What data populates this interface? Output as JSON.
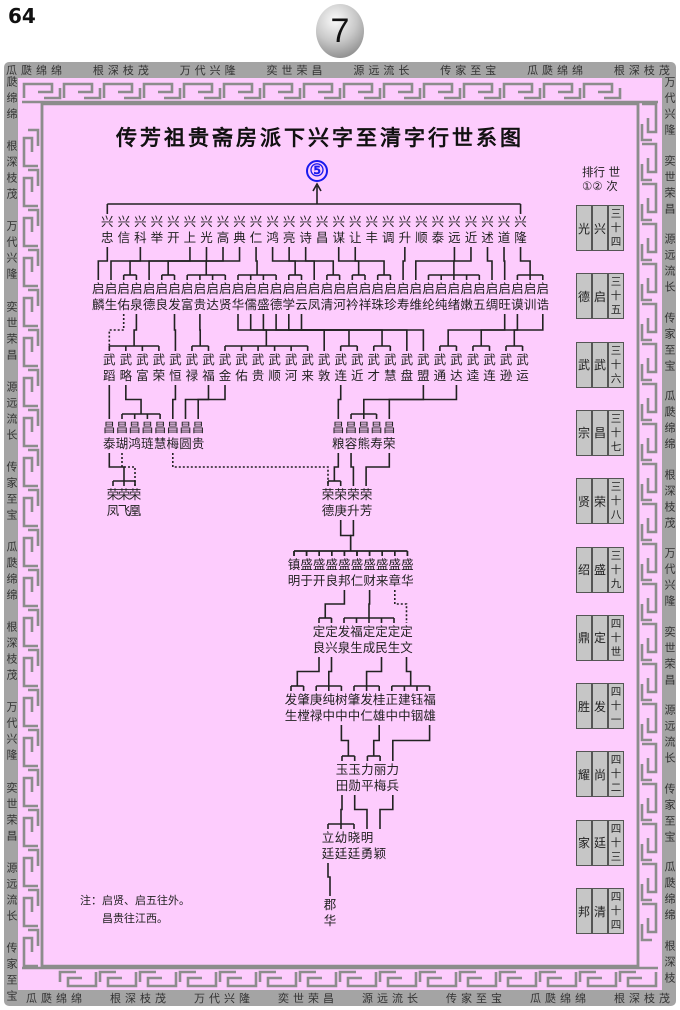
{
  "page_number": "64",
  "chapter_badge": "7",
  "border": {
    "top": [
      "瓜瓞绵绵",
      "根深枝茂",
      "万代兴隆",
      "奕世荣昌",
      "源远流长",
      "传家至宝",
      "瓜瓞绵绵",
      "根深枝茂"
    ],
    "bottom": [
      "瓜瓞绵绵",
      "根深枝茂",
      "万代兴隆",
      "奕世荣昌",
      "源远流长",
      "传家至宝",
      "瓜瓞绵绵",
      "根深枝茂"
    ],
    "left": [
      "瓞绵绵",
      "根深枝茂",
      "万代兴隆",
      "奕世荣昌",
      "源远流长",
      "传家至宝",
      "瓜瓞绵绵",
      "根深枝茂",
      "万代兴隆",
      "奕世荣昌",
      "源远流长",
      "传家至宝"
    ],
    "right": [
      "万代兴隆",
      "奕世荣昌",
      "源远流长",
      "传家至宝",
      "瓜瓞绵绵",
      "根深枝茂",
      "万代兴隆",
      "奕世荣昌",
      "源远流长",
      "传家至宝",
      "瓜瓞绵绵",
      "根深枝"
    ]
  },
  "title": "传芳祖贵斋房派下兴字至清字行世系图",
  "root_marker": "⑤",
  "colors": {
    "page": "#fdccfd",
    "frame": "#a4a4a4",
    "root": "#1a1aee"
  },
  "tree": {
    "rows": [
      [
        [
          "兴",
          "忠"
        ],
        [
          "兴",
          "信"
        ],
        [
          "兴",
          "科"
        ],
        [
          "兴",
          "举"
        ],
        [
          "兴",
          "开"
        ],
        [
          "兴",
          "上"
        ],
        [
          "兴",
          "光"
        ],
        [
          "兴",
          "高"
        ],
        [
          "兴",
          "典"
        ],
        [
          "兴",
          "仁"
        ],
        [
          "兴",
          "鸿"
        ],
        [
          "兴",
          "亮"
        ],
        [
          "兴",
          "诗"
        ],
        [
          "兴",
          "昌"
        ],
        [
          "兴",
          "谋"
        ],
        [
          "兴",
          "让"
        ],
        [
          "兴",
          "丰"
        ],
        [
          "兴",
          "调"
        ],
        [
          "兴",
          "升"
        ],
        [
          "兴",
          "顺"
        ],
        [
          "兴",
          "泰"
        ],
        [
          "兴",
          "远"
        ],
        [
          "兴",
          "近"
        ],
        [
          "兴",
          "述"
        ],
        [
          "兴",
          "道"
        ],
        [
          "兴",
          "隆"
        ]
      ],
      [
        [
          "启",
          "麟"
        ],
        [
          "启",
          "生"
        ],
        [
          "启",
          "佑"
        ],
        [
          "启",
          "泉"
        ],
        [
          "启",
          "德"
        ],
        [
          "启",
          "良"
        ],
        [
          "启",
          "发"
        ],
        [
          "启",
          "富"
        ],
        [
          "启",
          "贵"
        ],
        [
          "启",
          "达"
        ],
        [
          "启",
          "贤"
        ],
        [
          "启",
          "华"
        ],
        [
          "启",
          "儒"
        ],
        [
          "启",
          "盛"
        ],
        [
          "启",
          "德"
        ],
        [
          "启",
          "学"
        ],
        [
          "启",
          "云"
        ],
        [
          "启",
          "凤"
        ],
        [
          "启",
          "清"
        ],
        [
          "启",
          "河"
        ],
        [
          "启",
          "衿"
        ],
        [
          "启",
          "祥"
        ],
        [
          "启",
          "珠"
        ],
        [
          "启",
          "珍"
        ],
        [
          "启",
          "寿"
        ],
        [
          "启",
          "维"
        ],
        [
          "启",
          "纶"
        ],
        [
          "启",
          "纯"
        ],
        [
          "启",
          "绪"
        ],
        [
          "启",
          "嫩"
        ],
        [
          "启",
          "五"
        ],
        [
          "启",
          "绸"
        ],
        [
          "启",
          "旺"
        ],
        [
          "启",
          "谟"
        ],
        [
          "启",
          "训"
        ],
        [
          "启",
          "诰"
        ]
      ],
      [
        [
          "武",
          "蹈"
        ],
        [
          "武",
          "略"
        ],
        [
          "武",
          "富"
        ],
        [
          "武",
          "荣"
        ],
        [
          "武",
          "恒"
        ],
        [
          "武",
          "禄"
        ],
        [
          "武",
          "福"
        ],
        [
          "武",
          "金"
        ],
        [
          "武",
          "佑"
        ],
        [
          "武",
          "贵"
        ],
        [
          "武",
          "顺"
        ],
        [
          "武",
          "河"
        ],
        [
          "武",
          "来"
        ],
        [
          "武",
          "敦"
        ],
        [
          "武",
          "连"
        ],
        [
          "武",
          "近"
        ],
        [
          "武",
          "才"
        ],
        [
          "武",
          "慧"
        ],
        [
          "武",
          "盘"
        ],
        [
          "武",
          "盟"
        ],
        [
          "武",
          "通"
        ],
        [
          "武",
          "达"
        ],
        [
          "武",
          "逵"
        ],
        [
          "武",
          "连"
        ],
        [
          "武",
          "逊"
        ],
        [
          "武",
          "运"
        ]
      ],
      [
        [
          "昌",
          "泰"
        ],
        [
          "昌",
          "瑚"
        ],
        [
          "昌",
          "鸿"
        ],
        [
          "昌",
          "琏"
        ],
        [
          "昌",
          "慧"
        ],
        [
          "昌",
          "梅"
        ],
        [
          "昌",
          "圆"
        ],
        [
          "昌",
          "贵"
        ],
        [
          "昌",
          "粮"
        ],
        [
          "昌",
          "容"
        ],
        [
          "昌",
          "熊"
        ],
        [
          "昌",
          "寿"
        ],
        [
          "昌",
          "荣"
        ]
      ],
      [
        [
          "荣",
          "凤"
        ],
        [
          "荣",
          "飞"
        ],
        [
          "荣",
          "凰"
        ],
        [
          "荣",
          "德"
        ],
        [
          "荣",
          "庚"
        ],
        [
          "荣",
          "升"
        ],
        [
          "荣",
          "芳"
        ]
      ],
      [
        [
          "镇",
          "明"
        ],
        [
          "盛",
          "于"
        ],
        [
          "盛",
          "开"
        ],
        [
          "盛",
          "良"
        ],
        [
          "盛",
          "邦"
        ],
        [
          "盛",
          "仁"
        ],
        [
          "盛",
          "财"
        ],
        [
          "盛",
          "来"
        ],
        [
          "盛",
          "章"
        ],
        [
          "盛",
          "华"
        ]
      ],
      [
        [
          "定",
          "良"
        ],
        [
          "定",
          "兴"
        ],
        [
          "发",
          "泉"
        ],
        [
          "福",
          "生"
        ],
        [
          "定",
          "成"
        ],
        [
          "定",
          "民"
        ],
        [
          "定",
          "生"
        ],
        [
          "定",
          "文"
        ]
      ],
      [
        [
          "发",
          "生"
        ],
        [
          "肇",
          "樘"
        ],
        [
          "庚",
          "禄"
        ],
        [
          "纯",
          "中"
        ],
        [
          "树",
          "中"
        ],
        [
          "肇",
          "中"
        ],
        [
          "发",
          "仁"
        ],
        [
          "桂",
          "雄"
        ],
        [
          "正",
          "中"
        ],
        [
          "建",
          "中"
        ],
        [
          "钰",
          "铟"
        ],
        [
          "福",
          "雄"
        ]
      ],
      [
        [
          "玉",
          "田"
        ],
        [
          "玉",
          "勋"
        ],
        [
          "力",
          "平"
        ],
        [
          "丽",
          "梅"
        ],
        [
          "力",
          "兵"
        ]
      ],
      [
        [
          "立",
          "廷"
        ],
        [
          "幼",
          "廷"
        ],
        [
          "晓",
          "廷"
        ],
        [
          "明",
          "勇"
        ],
        [
          "",
          "颖"
        ]
      ],
      [
        [
          "郡",
          "华"
        ]
      ]
    ],
    "links": [
      [
        {
          "from": 0,
          "to": [
            0,
            0
          ]
        },
        {
          "from": 2,
          "to": [
            1,
            1
          ]
        },
        {
          "from": 5,
          "to": [
            2,
            3
          ]
        },
        {
          "from": 6,
          "to": [
            4,
            4
          ]
        },
        {
          "from": 7,
          "to": [
            5,
            6
          ]
        },
        {
          "from": 8,
          "to": [
            7,
            10
          ]
        },
        {
          "from": 9,
          "to": [
            11,
            14
          ]
        },
        {
          "from": 10,
          "to": [
            15,
            16
          ]
        },
        {
          "from": 11,
          "to": [
            17,
            17
          ]
        },
        {
          "from": 12,
          "to": [
            18,
            19
          ]
        },
        {
          "from": 14,
          "to": [
            20,
            21
          ]
        },
        {
          "from": 15,
          "to": [
            22,
            23
          ]
        },
        {
          "from": 18,
          "to": [
            24,
            24
          ]
        },
        {
          "from": 21,
          "to": [
            25,
            25
          ]
        },
        {
          "from": 22,
          "to": [
            26,
            30
          ]
        },
        {
          "from": 23,
          "to": [
            31,
            31
          ]
        },
        {
          "from": 24,
          "to": [
            32,
            32
          ]
        },
        {
          "from": 25,
          "to": [
            33,
            35
          ]
        }
      ],
      [
        {
          "from": 2,
          "to": [
            0,
            0
          ],
          "dotted": true
        },
        {
          "from": 3,
          "to": [
            0,
            3
          ]
        },
        {
          "from": 6,
          "to": [
            4,
            4
          ]
        },
        {
          "from": 8,
          "to": [
            5,
            6
          ]
        },
        {
          "from": 11,
          "to": [
            7,
            12
          ]
        },
        {
          "from": 12,
          "to": [
            13,
            13
          ]
        },
        {
          "from": 13,
          "to": [
            14,
            15
          ]
        },
        {
          "from": 14,
          "to": [
            16,
            17
          ]
        },
        {
          "from": 15,
          "to": [
            18,
            18
          ]
        },
        {
          "from": 16,
          "to": [
            19,
            19
          ]
        },
        {
          "from": 32,
          "to": [
            20,
            21
          ]
        },
        {
          "from": 33,
          "to": [
            22,
            23
          ]
        },
        {
          "from": 35,
          "to": [
            24,
            25
          ]
        }
      ],
      [
        {
          "from": 0,
          "to": [
            0,
            0
          ]
        },
        {
          "from": 1,
          "to": [
            1,
            4
          ]
        },
        {
          "from": 4,
          "to": [
            5,
            5
          ]
        },
        {
          "from": 6,
          "to": [
            6,
            6
          ]
        },
        {
          "from": 7,
          "to": [
            7,
            7
          ]
        },
        {
          "from": 14,
          "to": [
            8,
            8
          ]
        },
        {
          "from": 19,
          "to": [
            9,
            11
          ]
        },
        {
          "from": 21,
          "to": [
            12,
            12
          ]
        }
      ],
      [
        {
          "from": 0,
          "to": [
            0,
            2
          ]
        },
        {
          "from": 1,
          "to": [
            2,
            2
          ],
          "dotted": true
        },
        {
          "from": 5,
          "to": [
            3,
            3
          ],
          "dotted": true
        },
        {
          "from": 8,
          "to": [
            3,
            4
          ]
        },
        {
          "from": 9,
          "to": [
            5,
            5
          ]
        },
        {
          "from": 12,
          "to": [
            6,
            6
          ]
        }
      ],
      [
        {
          "from": 4,
          "to": [
            0,
            9
          ]
        },
        {
          "from": 5,
          "to": [
            0,
            9
          ]
        }
      ],
      [
        {
          "from": 4,
          "to": [
            0,
            1
          ]
        },
        {
          "from": 6,
          "to": [
            2,
            6
          ]
        },
        {
          "from": 8,
          "to": [
            7,
            7
          ],
          "dotted": true
        }
      ],
      [
        {
          "from": 0,
          "to": [
            0,
            1
          ]
        },
        {
          "from": 1,
          "to": [
            2,
            4
          ]
        },
        {
          "from": 5,
          "to": [
            5,
            7
          ]
        },
        {
          "from": 7,
          "to": [
            8,
            11
          ]
        }
      ],
      [
        {
          "from": 4,
          "to": [
            0,
            1
          ]
        },
        {
          "from": 7,
          "to": [
            2,
            3
          ]
        },
        {
          "from": 11,
          "to": [
            4,
            4
          ]
        }
      ],
      [
        {
          "from": 0,
          "to": [
            0,
            2
          ]
        },
        {
          "from": 1,
          "to": [
            3,
            3
          ]
        },
        {
          "from": 4,
          "to": [
            4,
            4
          ]
        }
      ],
      [
        {
          "from": 0,
          "to": [
            0,
            0
          ]
        }
      ]
    ]
  },
  "note": {
    "line1": "注：启贤、启五往外。",
    "line2": "昌贵往江西。"
  },
  "legend": {
    "header_line1": "排行 世",
    "header_line2": "①② 次",
    "entries": [
      {
        "rank1": "光",
        "rank2": "兴",
        "gen": [
          "三",
          "十",
          "四"
        ]
      },
      {
        "rank1": "德",
        "rank2": "启",
        "gen": [
          "三",
          "十",
          "五"
        ]
      },
      {
        "rank1": "武",
        "rank2": "武",
        "gen": [
          "三",
          "十",
          "六"
        ]
      },
      {
        "rank1": "宗",
        "rank2": "昌",
        "gen": [
          "三",
          "十",
          "七"
        ]
      },
      {
        "rank1": "贤",
        "rank2": "荣",
        "gen": [
          "三",
          "十",
          "八"
        ]
      },
      {
        "rank1": "绍",
        "rank2": "盛",
        "gen": [
          "三",
          "十",
          "九"
        ]
      },
      {
        "rank1": "鼎",
        "rank2": "定",
        "gen": [
          "四",
          "十",
          "世"
        ]
      },
      {
        "rank1": "胜",
        "rank2": "发",
        "gen": [
          "四",
          "十",
          "一"
        ]
      },
      {
        "rank1": "耀",
        "rank2": "尚",
        "gen": [
          "四",
          "十",
          "二"
        ]
      },
      {
        "rank1": "家",
        "rank2": "廷",
        "gen": [
          "四",
          "十",
          "三"
        ]
      },
      {
        "rank1": "邦",
        "rank2": "清",
        "gen": [
          "四",
          "十",
          "四"
        ]
      }
    ]
  }
}
